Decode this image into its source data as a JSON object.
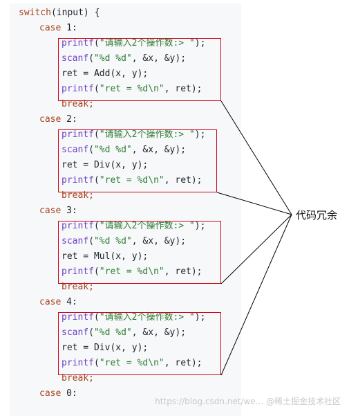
{
  "header": {
    "switch": "switch",
    "switch_rest": "(input) {"
  },
  "cases": [
    {
      "case_kw": "case",
      "case_rest": " 1:",
      "lines": [
        {
          "fn": "printf",
          "open": "(",
          "str": "\"请输入2个操作数:> \"",
          "close": ");"
        },
        {
          "fn": "scanf",
          "open": "(",
          "str": "\"%d %d\"",
          "close": ", &x, &y);"
        },
        {
          "plain": "ret = Add(x, y);"
        },
        {
          "fn": "printf",
          "open": "(",
          "str": "\"ret = %d\\n\"",
          "close": ", ret);"
        }
      ],
      "break": "break;"
    },
    {
      "case_kw": "case",
      "case_rest": " 2:",
      "lines": [
        {
          "fn": "printf",
          "open": "(",
          "str": "\"请输入2个操作数:> \"",
          "close": ");"
        },
        {
          "fn": "scanf",
          "open": "(",
          "str": "\"%d %d\"",
          "close": ", &x, &y);"
        },
        {
          "plain": "ret = Div(x, y);"
        },
        {
          "fn": "printf",
          "open": "(",
          "str": "\"ret = %d\\n\"",
          "close": ", ret);"
        }
      ],
      "break": "break;"
    },
    {
      "case_kw": "case",
      "case_rest": " 3:",
      "lines": [
        {
          "fn": "printf",
          "open": "(",
          "str": "\"请输入2个操作数:> \"",
          "close": ");"
        },
        {
          "fn": "scanf",
          "open": "(",
          "str": "\"%d %d\"",
          "close": ", &x, &y);"
        },
        {
          "plain": "ret = Mul(x, y);"
        },
        {
          "fn": "printf",
          "open": "(",
          "str": "\"ret = %d\\n\"",
          "close": ", ret);"
        }
      ],
      "break": "break;"
    },
    {
      "case_kw": "case",
      "case_rest": " 4:",
      "lines": [
        {
          "fn": "printf",
          "open": "(",
          "str": "\"请输入2个操作数:> \"",
          "close": ");"
        },
        {
          "fn": "scanf",
          "open": "(",
          "str": "\"%d %d\"",
          "close": ", &x, &y);"
        },
        {
          "plain": "ret = Div(x, y);"
        },
        {
          "fn": "printf",
          "open": "(",
          "str": "\"ret = %d\\n\"",
          "close": ", ret);"
        }
      ],
      "break": "break;"
    }
  ],
  "last_case": {
    "case_kw": "case",
    "case_rest": " 0:"
  },
  "annotation": "代码冗余",
  "watermark": "https://blog.csdn.net/we... @稀土掘金技术社区",
  "colors": {
    "box": "#d0021b",
    "function": "#6f42c1",
    "keyword": "#a6421a",
    "string": "#2e7d32"
  }
}
